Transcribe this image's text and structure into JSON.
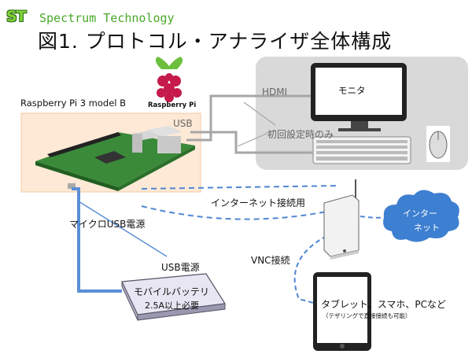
{
  "header": {
    "logo_mark": "ST",
    "logo_name": "Spectrum Technology",
    "title": "図1. プロトコル・アナライザ全体構成"
  },
  "labels": {
    "raspberry_pi_model": "Raspberry Pi 3 model B",
    "raspberry_pi_brand": "Raspberry Pi",
    "hdmi": "HDMI",
    "usb": "USB",
    "monitor": "モニタ",
    "initial_setup_only": "初回設定時のみ",
    "internet_connection": "インターネット接続用",
    "micro_usb_power": "マイクロUSB電源",
    "usb_power": "USB電源",
    "vnc_connection": "VNC接続",
    "internet_cloud_line1": "インター",
    "internet_cloud_line2": "ネット",
    "mobile_battery_line1": "モバイルバッテリ",
    "mobile_battery_line2": "2.5A以上必要",
    "devices": "タブレット、スマホ、PCなど",
    "devices_note": "（テザリングで直接接続も可能）"
  },
  "colors": {
    "logo_green": "#7fd43a",
    "cable_blue": "#5b8fd6",
    "cloud_blue": "#3d7fd0",
    "raspberry_red": "#c51a4a",
    "board_green": "#3a8a3a",
    "desk_grey": "#d9d9d9"
  },
  "icons": {
    "raspberry_logo": "raspberry-pi-logo",
    "mouse": "mouse-icon",
    "keyboard": "keyboard-icon",
    "router": "wifi-router-icon",
    "tablet": "tablet-icon",
    "battery": "mobile-battery-icon",
    "cloud": "cloud-icon"
  }
}
